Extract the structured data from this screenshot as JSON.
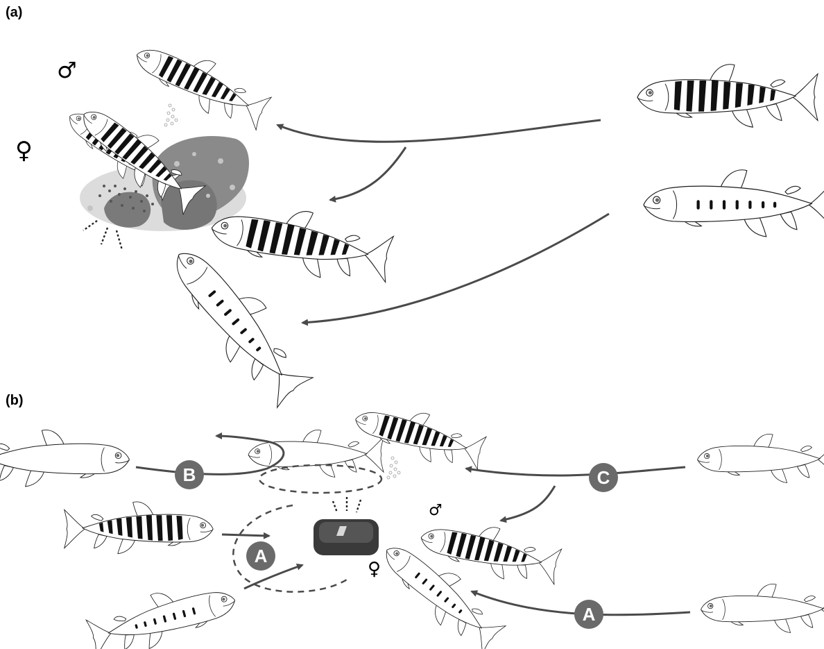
{
  "panels": {
    "a": {
      "label": "(a)"
    },
    "b": {
      "label": "(b)"
    }
  },
  "sex_symbols": {
    "male": "♂",
    "female": "♀"
  },
  "badges": {
    "A": "A",
    "B": "B",
    "C": "C"
  },
  "device": {
    "icon": "acoustic-receiver-device",
    "color": "#3a3a3a"
  },
  "colors": {
    "arrow": "#4a4a4a",
    "badge_fill": "#6a6a6a",
    "egg_cloud": "#d9d9d9",
    "rock": "#8c8c8c",
    "stripes": "#111111"
  }
}
